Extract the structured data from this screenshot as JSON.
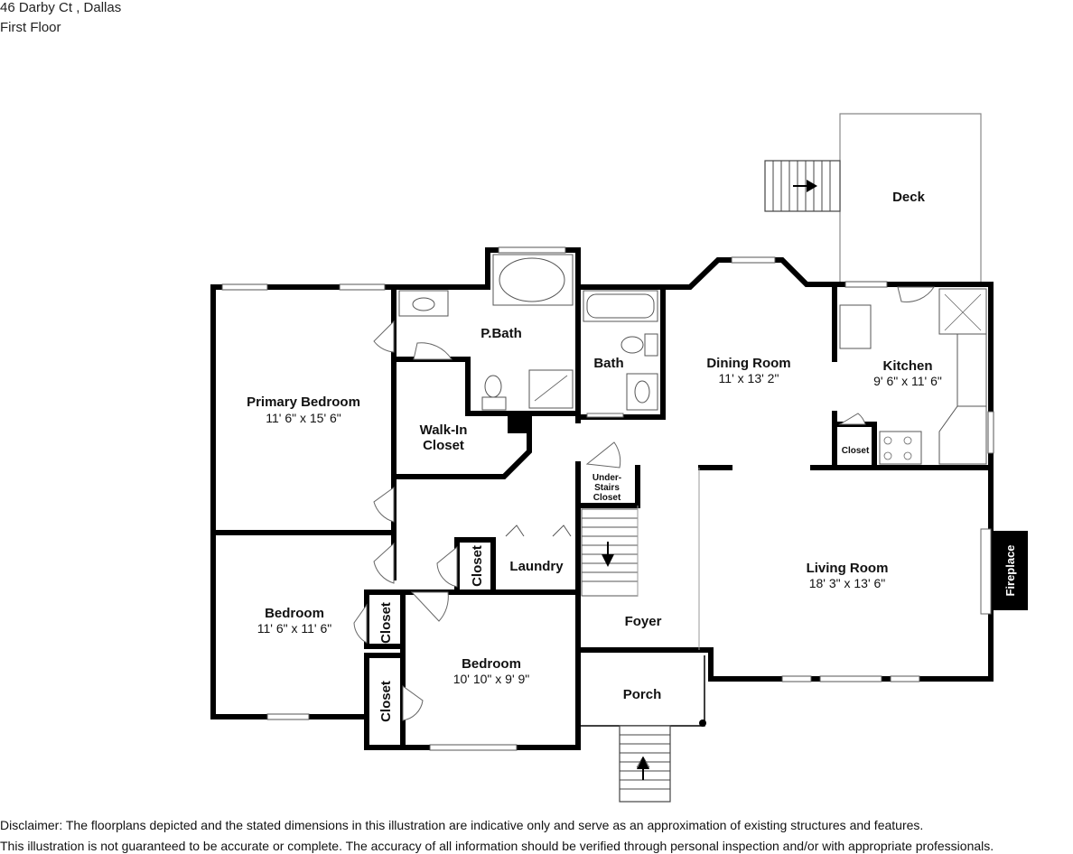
{
  "header": {
    "address": "46 Darby Ct , Dallas",
    "floor": "First Floor"
  },
  "rooms": {
    "deck": {
      "name": "Deck"
    },
    "pbath": {
      "name": "P.Bath"
    },
    "bath": {
      "name": "Bath"
    },
    "dining": {
      "name": "Dining Room",
      "dims": "11' x 13' 2\""
    },
    "kitchen": {
      "name": "Kitchen",
      "dims": "9' 6\" x 11' 6\""
    },
    "kitchen_closet": {
      "name": "Closet"
    },
    "primary": {
      "name": "Primary Bedroom",
      "dims": "11' 6\" x 15' 6\""
    },
    "walkin": {
      "name": "Walk-In",
      "name2": "Closet"
    },
    "understairs": {
      "l1": "Under-",
      "l2": "Stairs",
      "l3": "Closet"
    },
    "laundry": {
      "name": "Laundry"
    },
    "closet_laundry": {
      "name": "Closet"
    },
    "living": {
      "name": "Living Room",
      "dims": "18' 3\" x 13' 6\""
    },
    "fireplace": {
      "name": "Fireplace"
    },
    "bedroom2": {
      "name": "Bedroom",
      "dims": "11' 6\" x 11' 6\""
    },
    "closet_bed2": {
      "name": "Closet"
    },
    "foyer": {
      "name": "Foyer"
    },
    "bedroom3": {
      "name": "Bedroom",
      "dims": "10' 10\" x 9' 9\""
    },
    "closet_bed3": {
      "name": "Closet"
    },
    "porch": {
      "name": "Porch"
    }
  },
  "disclaimer": {
    "line1": "Disclaimer: The floorplans depicted and the stated dimensions in this illustration are indicative only and serve as an approximation of existing structures and features.",
    "line2": "This illustration is not guaranteed to be accurate or complete. The accuracy of all information should be verified through personal inspection and/or with appropriate professionals."
  }
}
